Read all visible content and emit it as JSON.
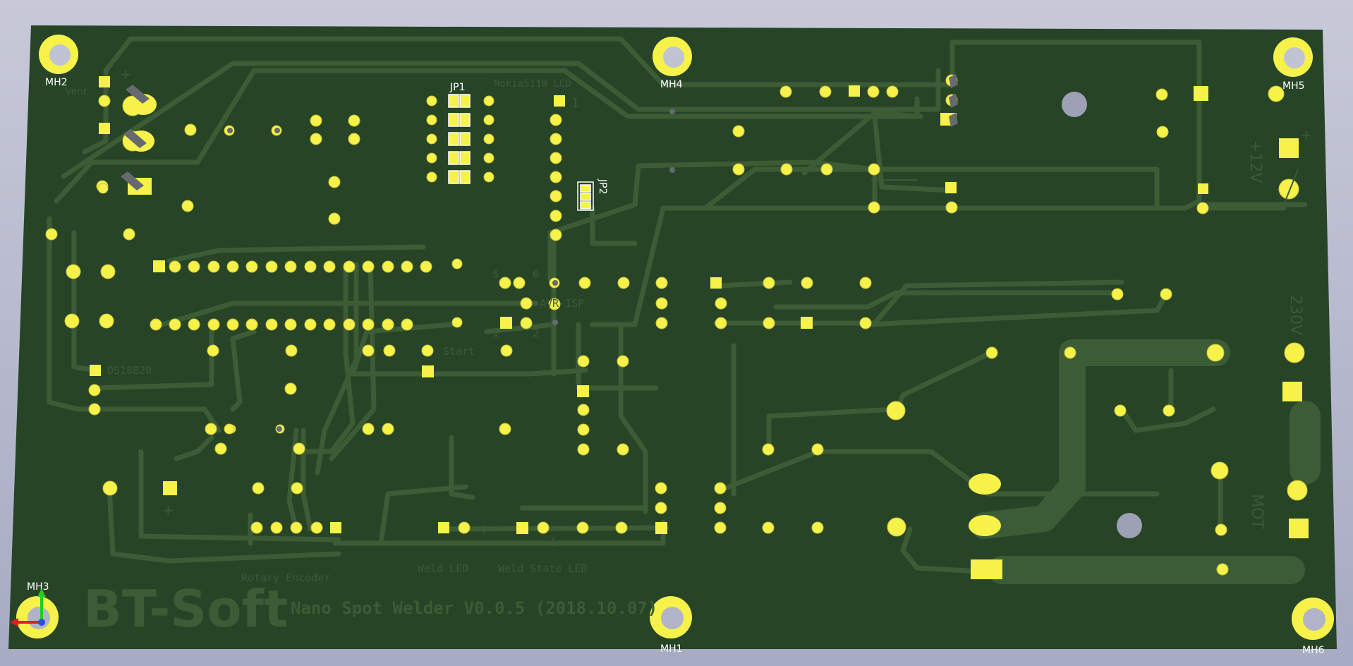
{
  "board": {
    "logo": "BT-Soft",
    "title": "Nano Spot Welder V0.0.5 (2018.10.07)"
  },
  "mounting_holes": {
    "mh1": "MH1",
    "mh2": "MH2",
    "mh3": "MH3",
    "mh4": "MH4",
    "mh5": "MH5",
    "mh6": "MH6"
  },
  "labels": {
    "vent": "Vent",
    "jp1": "JP1",
    "jp2": "JP2",
    "lcd": "Nokia5110 LCD",
    "lcd_pin1": "1",
    "avr_isp": "AVR-ISP",
    "isp_5": "5",
    "isp_6": "6",
    "isp_1": "1",
    "isp_2": "2",
    "start": "Start",
    "ds18b20": "DS18B20",
    "rotary": "Rotary Encoder",
    "weld_led": "Weld LED",
    "weld_state_led": "Weld State LED",
    "v230": "230V",
    "v12": "+12V",
    "mot": "MOT",
    "plus": "+"
  },
  "colors": {
    "background": "#b4b7cb",
    "board": "#274427",
    "trace": "#3c5c36",
    "pad": "#f6f24a",
    "silkscreen": "#3a5a3a"
  }
}
